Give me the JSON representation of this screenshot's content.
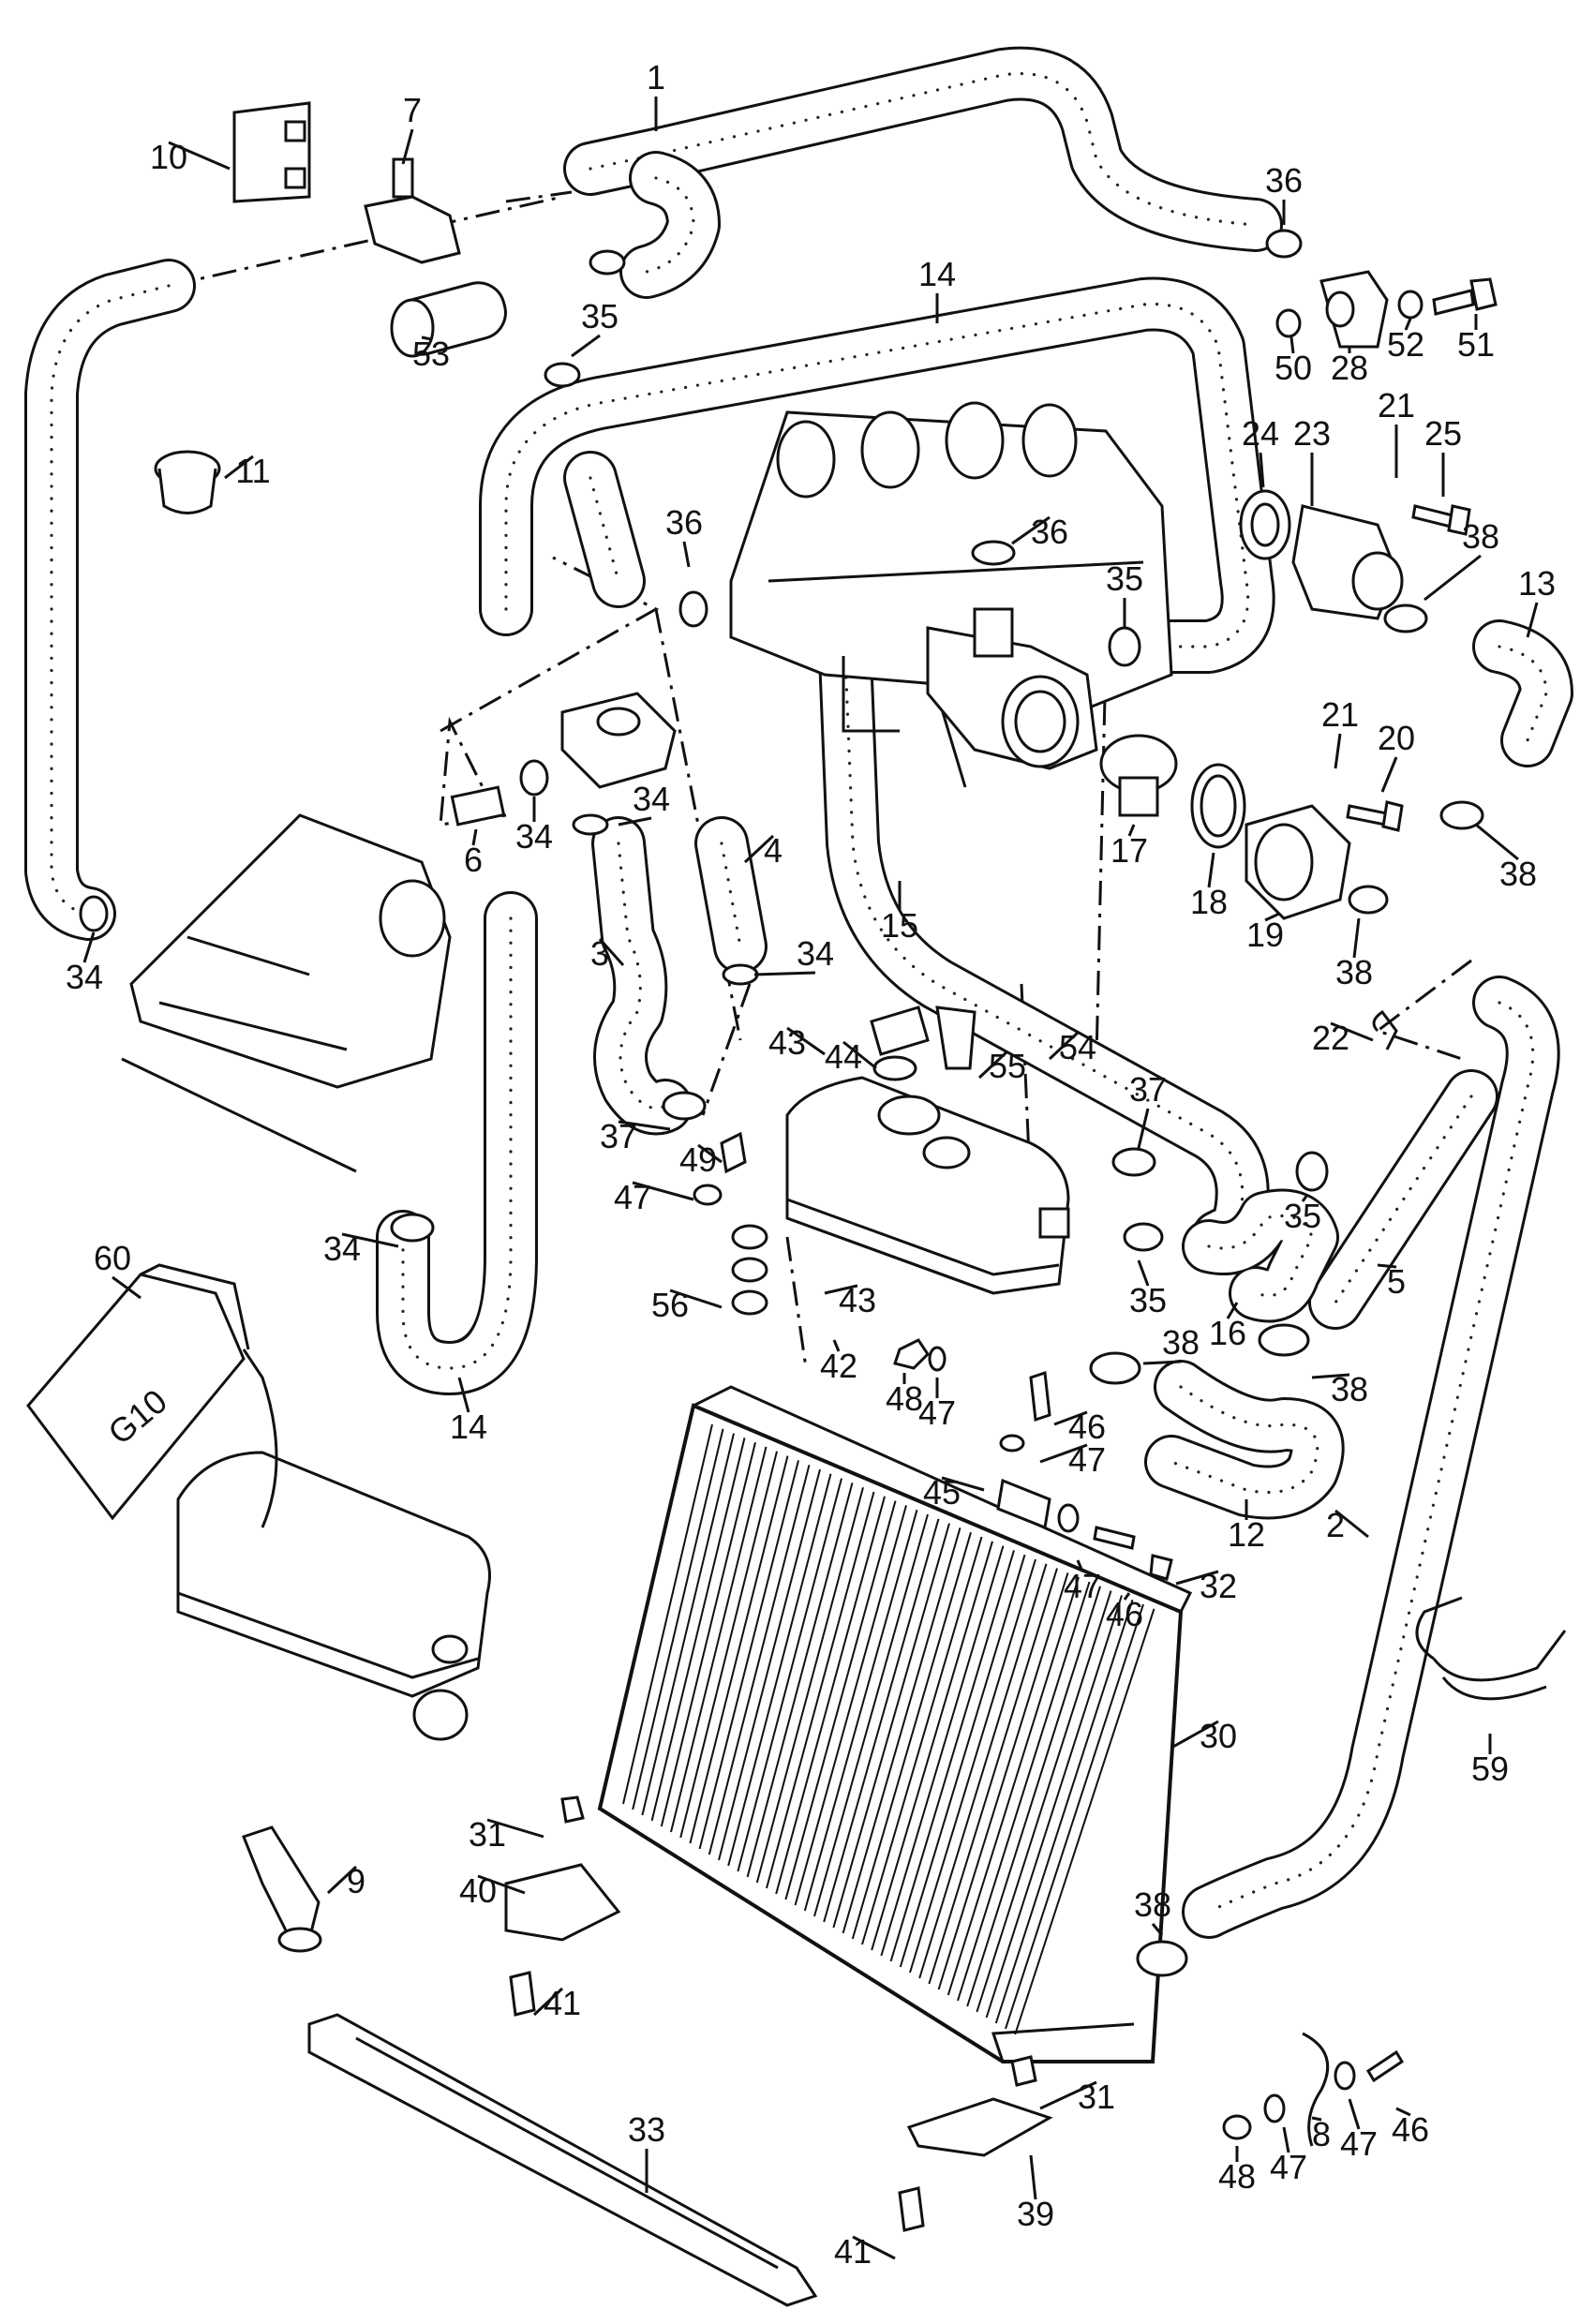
{
  "title": "",
  "hoses": [
    {
      "id": "hose-1",
      "label": "1"
    },
    {
      "id": "hose-2",
      "label": "2"
    },
    {
      "id": "hose-3",
      "label": "3"
    },
    {
      "id": "hose-4",
      "label": "4"
    },
    {
      "id": "hose-5",
      "label": "5"
    },
    {
      "id": "hose-12",
      "label": "12"
    },
    {
      "id": "hose-13",
      "label": "13"
    },
    {
      "id": "hose-14",
      "label": "14"
    },
    {
      "id": "hose-15",
      "label": "15"
    },
    {
      "id": "hose-16",
      "label": "16"
    }
  ],
  "callouts": [
    {
      "id": "1",
      "text": "1"
    },
    {
      "id": "7",
      "text": "7"
    },
    {
      "id": "10",
      "text": "10"
    },
    {
      "id": "36a",
      "text": "36"
    },
    {
      "id": "35a",
      "text": "35"
    },
    {
      "id": "53",
      "text": "53"
    },
    {
      "id": "14a",
      "text": "14"
    },
    {
      "id": "50",
      "text": "50"
    },
    {
      "id": "28",
      "text": "28"
    },
    {
      "id": "52",
      "text": "52"
    },
    {
      "id": "51",
      "text": "51"
    },
    {
      "id": "11",
      "text": "11"
    },
    {
      "id": "24",
      "text": "24"
    },
    {
      "id": "23",
      "text": "23"
    },
    {
      "id": "21a",
      "text": "21"
    },
    {
      "id": "25",
      "text": "25"
    },
    {
      "id": "36b",
      "text": "36"
    },
    {
      "id": "36c",
      "text": "36"
    },
    {
      "id": "35b",
      "text": "35"
    },
    {
      "id": "38a",
      "text": "38"
    },
    {
      "id": "13",
      "text": "13"
    },
    {
      "id": "21b",
      "text": "21"
    },
    {
      "id": "20",
      "text": "20"
    },
    {
      "id": "17",
      "text": "17"
    },
    {
      "id": "18",
      "text": "18"
    },
    {
      "id": "19",
      "text": "19"
    },
    {
      "id": "38b",
      "text": "38"
    },
    {
      "id": "38c",
      "text": "38"
    },
    {
      "id": "34a",
      "text": "34"
    },
    {
      "id": "34b",
      "text": "34"
    },
    {
      "id": "6",
      "text": "6"
    },
    {
      "id": "34c",
      "text": "34"
    },
    {
      "id": "4",
      "text": "4"
    },
    {
      "id": "15",
      "text": "15"
    },
    {
      "id": "3",
      "text": "3"
    },
    {
      "id": "34d",
      "text": "34"
    },
    {
      "id": "43a",
      "text": "43"
    },
    {
      "id": "44",
      "text": "44"
    },
    {
      "id": "55",
      "text": "55"
    },
    {
      "id": "54",
      "text": "54"
    },
    {
      "id": "22",
      "text": "22"
    },
    {
      "id": "37a",
      "text": "37"
    },
    {
      "id": "37b",
      "text": "37"
    },
    {
      "id": "49",
      "text": "49"
    },
    {
      "id": "47a",
      "text": "47"
    },
    {
      "id": "35c",
      "text": "35"
    },
    {
      "id": "34e",
      "text": "34"
    },
    {
      "id": "35d",
      "text": "35"
    },
    {
      "id": "5",
      "text": "5"
    },
    {
      "id": "16",
      "text": "16"
    },
    {
      "id": "60",
      "text": "60"
    },
    {
      "id": "56",
      "text": "56"
    },
    {
      "id": "43b",
      "text": "43"
    },
    {
      "id": "42",
      "text": "42"
    },
    {
      "id": "48a",
      "text": "48"
    },
    {
      "id": "47b",
      "text": "47"
    },
    {
      "id": "38d",
      "text": "38"
    },
    {
      "id": "38e",
      "text": "38"
    },
    {
      "id": "14b",
      "text": "14"
    },
    {
      "id": "46a",
      "text": "46"
    },
    {
      "id": "47c",
      "text": "47"
    },
    {
      "id": "45",
      "text": "45"
    },
    {
      "id": "12",
      "text": "12"
    },
    {
      "id": "2",
      "text": "2"
    },
    {
      "id": "47d",
      "text": "47"
    },
    {
      "id": "32",
      "text": "32"
    },
    {
      "id": "46b",
      "text": "46"
    },
    {
      "id": "59",
      "text": "59"
    },
    {
      "id": "30",
      "text": "30"
    },
    {
      "id": "31a",
      "text": "31"
    },
    {
      "id": "9",
      "text": "9"
    },
    {
      "id": "40",
      "text": "40"
    },
    {
      "id": "38f",
      "text": "38"
    },
    {
      "id": "41a",
      "text": "41"
    },
    {
      "id": "46c",
      "text": "46"
    },
    {
      "id": "48b",
      "text": "48"
    },
    {
      "id": "47e",
      "text": "47"
    },
    {
      "id": "8",
      "text": "8"
    },
    {
      "id": "47f",
      "text": "47"
    },
    {
      "id": "33",
      "text": "33"
    },
    {
      "id": "31b",
      "text": "31"
    },
    {
      "id": "39",
      "text": "39"
    },
    {
      "id": "41b",
      "text": "41"
    }
  ],
  "fuel_tank_marking": "G10",
  "colors": {
    "ink": "#111111",
    "paper": "#ffffff"
  }
}
